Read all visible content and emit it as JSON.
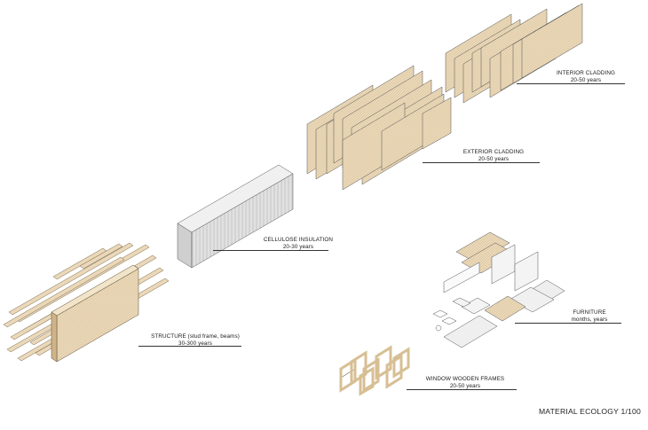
{
  "title": "MATERIAL ECOLOGY 1/100",
  "colors": {
    "wood": "#e8d4b2",
    "wood_dark": "#cfb48a",
    "insulation": "#dcdcdc",
    "line": "#3a3a3a"
  },
  "labels": {
    "interior_cladding": {
      "name": "INTERIOR CLADDING",
      "life": "20-50 years"
    },
    "exterior_cladding": {
      "name": "EXTERIOR CLADDING",
      "life": "20-50 years"
    },
    "cellulose_insulation": {
      "name": "CELLULOSE INSULATION",
      "life": "20-30 years"
    },
    "structure": {
      "name": "STRUCTURE (stud frame, beams)",
      "life": "30-300 years"
    },
    "furniture": {
      "name": "FURNITURE",
      "life": "months, years"
    },
    "window_frames": {
      "name": "WINDOW WOODEN FRAMES",
      "life": "20-50 years"
    }
  }
}
